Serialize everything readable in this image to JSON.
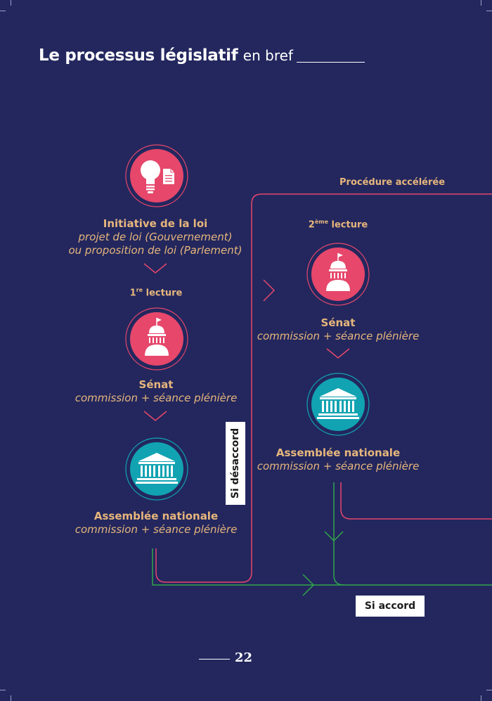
{
  "title": {
    "bold": "Le processus législatif",
    "light": "en bref"
  },
  "initiative": {
    "title": "Initiative de la loi",
    "line1": "projet de loi (Gouvernement)",
    "line2": "ou proposition de loi (Parlement)"
  },
  "first_reading": {
    "number": "1",
    "suffix": "re",
    "label": "lecture"
  },
  "second_reading": {
    "number": "2",
    "suffix": "ème",
    "label": "lecture"
  },
  "senat_1": {
    "title": "Sénat",
    "subtitle": "commission + séance plénière"
  },
  "an_1": {
    "title": "Assemblée nationale",
    "subtitle": "commission + séance plénière"
  },
  "senat_2": {
    "title": "Sénat",
    "subtitle": "commission + séance plénière"
  },
  "an_2": {
    "title": "Assemblée nationale",
    "subtitle": "commission + séance plénière"
  },
  "procedure_label": "Procédure accélérée",
  "desaccord_label": "Si désaccord",
  "accord_label": "Si accord",
  "page_number": "22",
  "colors": {
    "background": "#23275e",
    "pink": "#e6476b",
    "teal": "#11a3b2",
    "orange_text": "#e7b67c",
    "green_line": "#2fa64a"
  },
  "icons": [
    "lightbulb-icon",
    "document-icon",
    "senate-dome-icon",
    "parliament-building-icon"
  ]
}
